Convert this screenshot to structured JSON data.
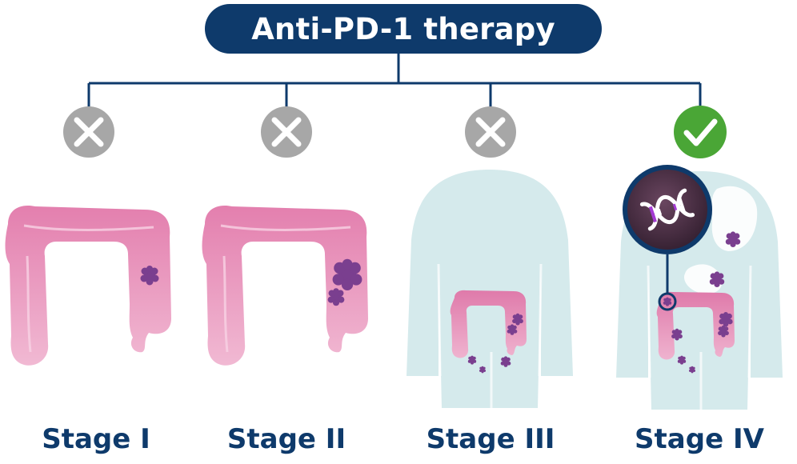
{
  "title": "Anti-PD-1 therapy",
  "stages": [
    {
      "label": "Stage I",
      "outcome": "not-indicated",
      "icon": "cross-icon"
    },
    {
      "label": "Stage II",
      "outcome": "not-indicated",
      "icon": "cross-icon"
    },
    {
      "label": "Stage III",
      "outcome": "not-indicated",
      "icon": "cross-icon"
    },
    {
      "label": "Stage IV",
      "outcome": "indicated",
      "icon": "check-icon"
    }
  ],
  "colors": {
    "navy": "#0e3a6b",
    "cross_badge": "#a7a7a7",
    "check_badge": "#4aa636",
    "colon": "#e48ab4",
    "tumor": "#7a3f8f",
    "body_silhouette": "#d5eaec",
    "dna_lens": "#4a2e42",
    "dna_strand_accent": "#a43ad3"
  }
}
